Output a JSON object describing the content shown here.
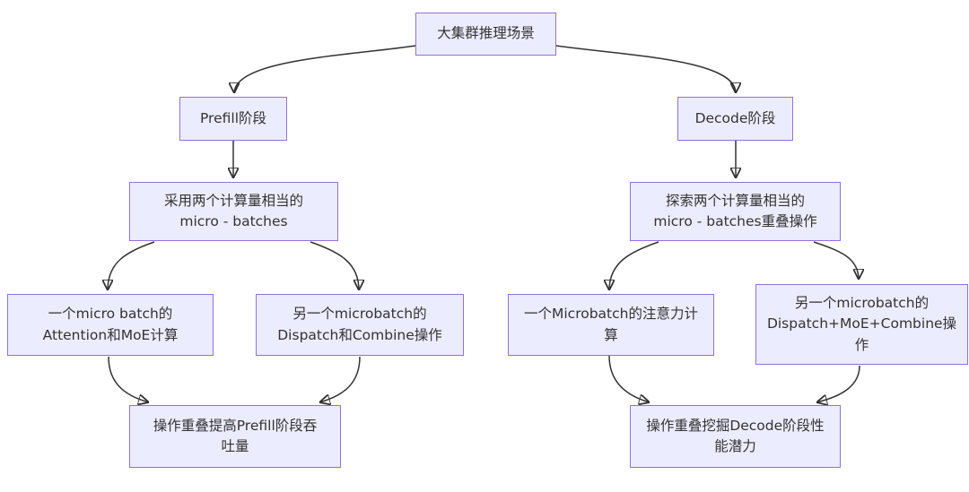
{
  "diagram": {
    "type": "flowchart",
    "direction": "top-down",
    "nodes": {
      "root": {
        "label": [
          "大集群推理场景"
        ]
      },
      "prefill": {
        "label": [
          "Prefill阶段"
        ]
      },
      "decode": {
        "label": [
          "Decode阶段"
        ]
      },
      "prefill_method": {
        "label": [
          "采用两个计算量相当的",
          "micro - batches"
        ]
      },
      "decode_method": {
        "label": [
          "探索两个计算量相当的",
          "micro - batches重叠操作"
        ]
      },
      "prefill_mb1": {
        "label": [
          "一个micro batch的",
          "Attention和MoE计算"
        ]
      },
      "prefill_mb2": {
        "label": [
          "另一个microbatch的",
          "Dispatch和Combine操作"
        ]
      },
      "decode_mb1": {
        "label": [
          "一个Microbatch的注意力计",
          "算"
        ]
      },
      "decode_mb2": {
        "label": [
          "另一个microbatch的",
          "Dispatch+MoE+Combine操",
          "作"
        ]
      },
      "prefill_result": {
        "label": [
          "操作重叠提高Prefill阶段吞",
          "吐量"
        ]
      },
      "decode_result": {
        "label": [
          "操作重叠挖掘Decode阶段性",
          "能潜力"
        ]
      }
    },
    "edges": [
      {
        "from": "root",
        "to": "prefill"
      },
      {
        "from": "root",
        "to": "decode"
      },
      {
        "from": "prefill",
        "to": "prefill_method"
      },
      {
        "from": "decode",
        "to": "decode_method"
      },
      {
        "from": "prefill_method",
        "to": "prefill_mb1"
      },
      {
        "from": "prefill_method",
        "to": "prefill_mb2"
      },
      {
        "from": "prefill_mb1",
        "to": "prefill_result"
      },
      {
        "from": "prefill_mb2",
        "to": "prefill_result"
      },
      {
        "from": "decode_method",
        "to": "decode_mb1"
      },
      {
        "from": "decode_method",
        "to": "decode_mb2"
      },
      {
        "from": "decode_mb1",
        "to": "decode_result"
      },
      {
        "from": "decode_mb2",
        "to": "decode_result"
      }
    ],
    "colors": {
      "node_fill": "#ECECFF",
      "node_border": "#9370DB",
      "text": "#333333",
      "edge": "#333333",
      "background": "#FFFFFF"
    }
  }
}
